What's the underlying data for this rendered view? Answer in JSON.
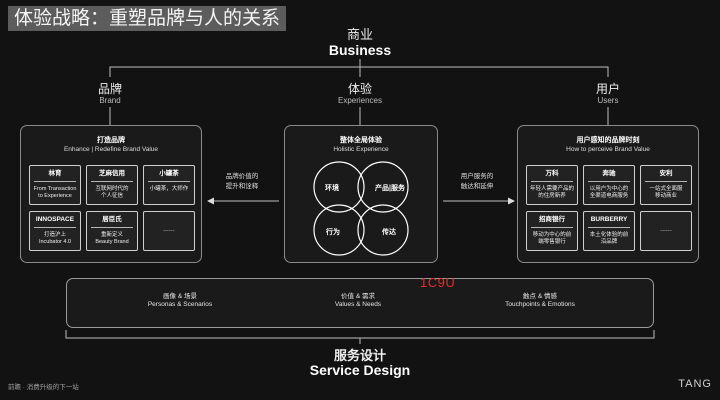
{
  "title": "体验战略：重塑品牌与人的关系",
  "top_level": {
    "zh": "商业",
    "en": "Business"
  },
  "pillars": [
    {
      "zh": "品牌",
      "en": "Brand"
    },
    {
      "zh": "体验",
      "en": "Experiences"
    },
    {
      "zh": "用户",
      "en": "Users"
    }
  ],
  "brand_panel": {
    "title": "打造品牌",
    "subtitle": "Enhance | Redefine Brand Value",
    "cards": [
      {
        "name": "林育",
        "desc": [
          "From Transaction",
          "to Experience"
        ]
      },
      {
        "name": "芝麻信用",
        "desc": [
          "互联网时代的",
          "个人征信"
        ]
      },
      {
        "name": "小罐茶",
        "desc": [
          "小罐茶，大师作"
        ]
      },
      {
        "name": "INNOSPACE",
        "desc": [
          "打造沪上",
          "Incubator 4.0"
        ]
      },
      {
        "name": "居臣氏",
        "desc": [
          "重新定义",
          "Beauty Brand"
        ]
      }
    ],
    "more": "......"
  },
  "experience_panel": {
    "title": "整体全局体验",
    "subtitle": "Holistic Experience",
    "circles": [
      "环境",
      "产品|服务",
      "行为",
      "传达"
    ]
  },
  "user_panel": {
    "title": "用户感知的品牌时刻",
    "subtitle": "How to perceive Brand Value",
    "cards": [
      {
        "name": "万科",
        "desc": [
          "年轻人需要产品的",
          "的住房新养"
        ]
      },
      {
        "name": "奔驰",
        "desc": [
          "以用户为中心的",
          "全渠道电商服务"
        ]
      },
      {
        "name": "安利",
        "desc": [
          "一站式全面服",
          "移动商业"
        ]
      },
      {
        "name": "招商银行",
        "desc": [
          "移动为中心的前",
          "端零售银行"
        ]
      },
      {
        "name": "BURBERRY",
        "desc": [
          "本土化体验的前",
          "沿品牌"
        ]
      }
    ],
    "more": "......"
  },
  "arrows": {
    "to_brand": [
      "品牌价值的",
      "提升和诠释"
    ],
    "to_users": [
      "用户服务的",
      "触达和延伸"
    ]
  },
  "foundation": [
    {
      "zh": "画像 & 场景",
      "en": "Personas & Scenarios"
    },
    {
      "zh": "价值 & 需求",
      "en": "Values & Needs"
    },
    {
      "zh": "触点 & 情感",
      "en": "Touchpoints & Emotions"
    }
  ],
  "watermark": "1C9U",
  "bottom_level": {
    "zh": "服务设计",
    "en": "Service Design"
  },
  "footer": {
    "left": "前瞻 · 消费升级的下一站",
    "right": "TANG"
  },
  "icons": [
    "arrow-left-icon",
    "arrow-right-icon"
  ],
  "colors": {
    "background": "#121212",
    "border": "#8a8a8a",
    "text": "#ffffff",
    "watermark": "#e0302c"
  }
}
